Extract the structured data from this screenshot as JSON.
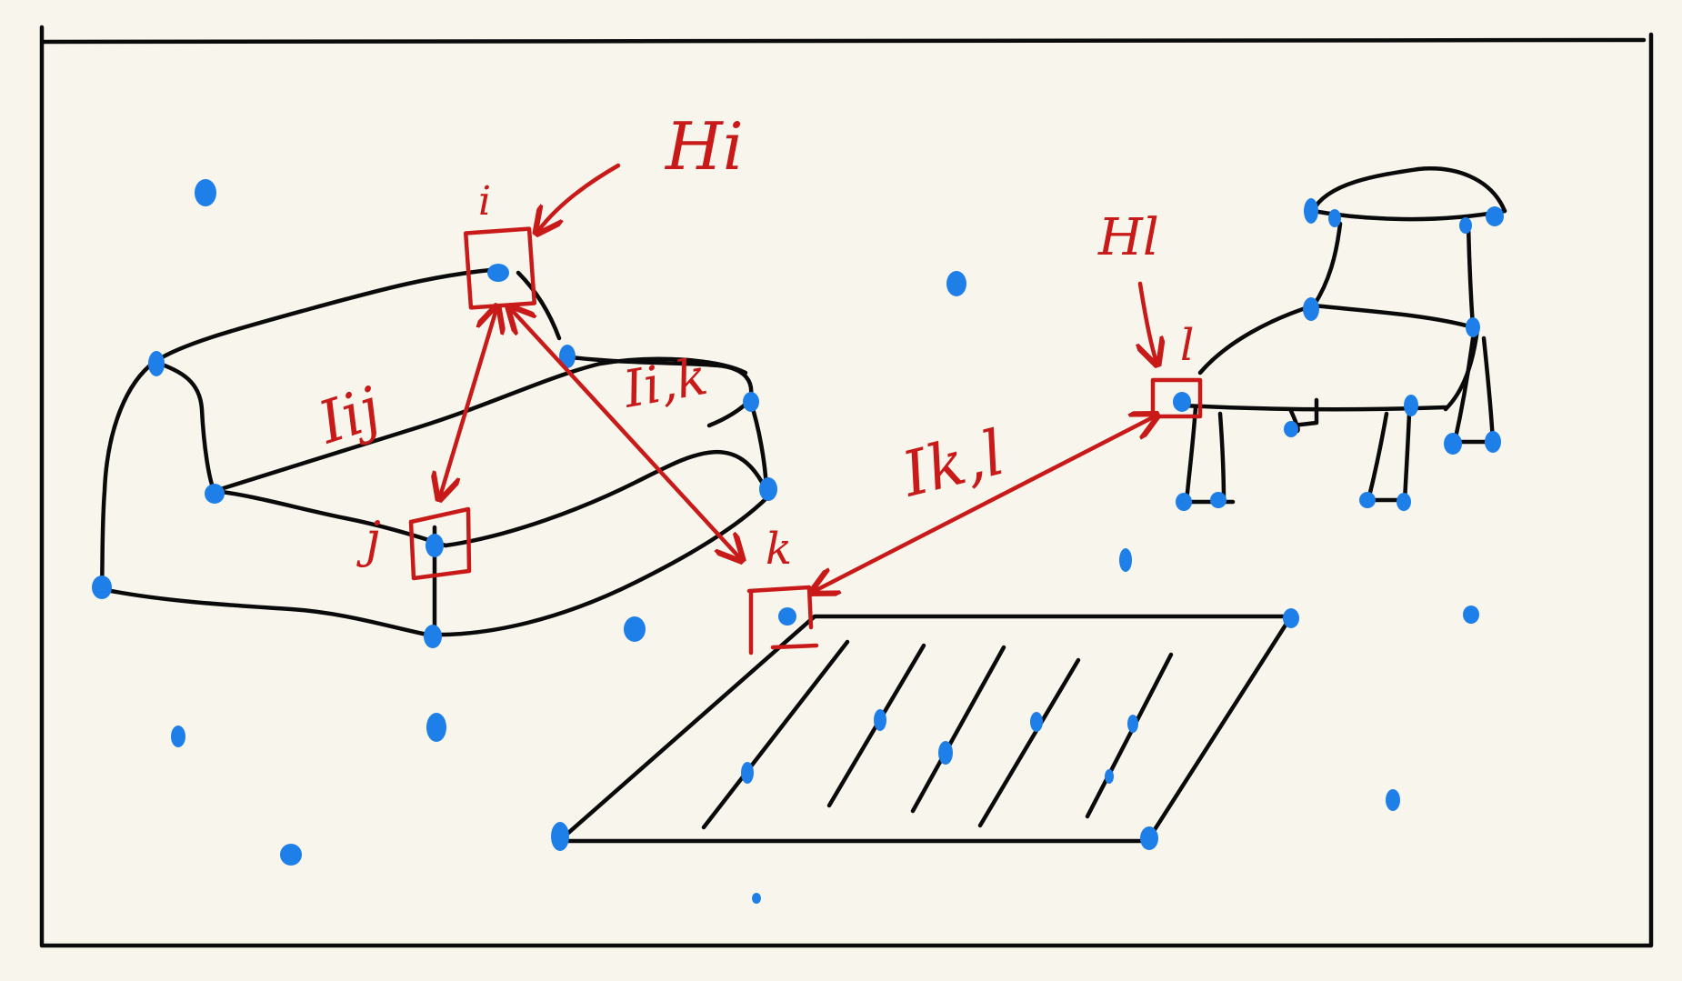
{
  "colors": {
    "background": "#f7f5ec",
    "ink": "#0a0a0a",
    "annotation": "#c91a1a",
    "feature_point": "#1e7fe8"
  },
  "labels": {
    "H_i": "Hi",
    "H_l": "Hl",
    "i": "i",
    "j": "j",
    "k": "k",
    "l": "l",
    "I_ij": "Iij",
    "I_ik": "Ii,k",
    "I_kl": "Ik,l"
  }
}
